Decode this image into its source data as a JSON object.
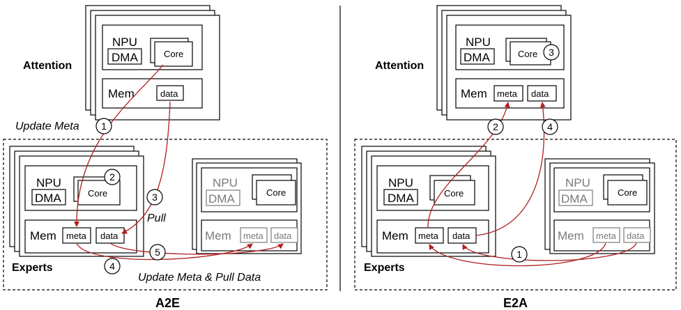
{
  "colors": {
    "ink": "#000000",
    "faded": "#7a7a7a",
    "arrow": "#b01e1e",
    "background": "#ffffff"
  },
  "labels": {
    "npu": "NPU",
    "dma": "DMA",
    "core": "Core",
    "mem": "Mem",
    "meta": "meta",
    "data": "data",
    "attention": "Attention",
    "experts": "Experts"
  },
  "a2e": {
    "caption": "A2E",
    "update_meta": "Update Meta",
    "pull": "Pull",
    "update_meta_pull_data": "Update Meta & Pull Data",
    "steps": [
      "1",
      "2",
      "3",
      "4",
      "5"
    ]
  },
  "e2a": {
    "caption": "E2A",
    "steps": [
      "1",
      "2",
      "3",
      "4"
    ]
  }
}
